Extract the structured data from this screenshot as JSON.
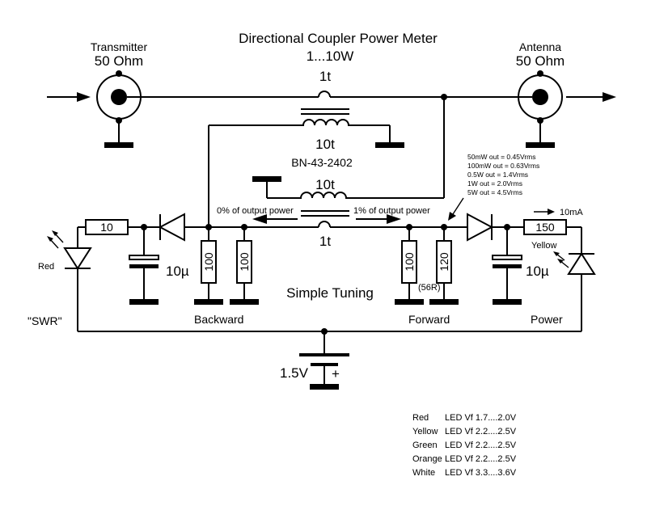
{
  "title": "Directional Coupler Power Meter",
  "subtitle": "1...10W",
  "transmitter": {
    "name": "Transmitter",
    "impedance": "50 Ohm"
  },
  "antenna": {
    "name": "Antenna",
    "impedance": "50 Ohm"
  },
  "primary_turns_top": "1t",
  "primary_turns_bottom": "1t",
  "secondary_turns_top": "10t",
  "secondary_turns_bottom": "10t",
  "core": "BN-43-2402",
  "backward_power_label": "0% of output power",
  "forward_power_label": "1% of output power",
  "output_notes": [
    "50mW out = 0.45Vrms",
    "100mW out = 0.63Vrms",
    "0.5W out = 1.4Vrms",
    "1W out = 2.0Vrms",
    "5W out = 4.5Vrms"
  ],
  "current_label": "10mA",
  "resistors": {
    "swr_series": "10",
    "backward_1": "100",
    "backward_2": "100",
    "forward_1": "100",
    "forward_2": "120",
    "forward_alt": "(56R)",
    "power_series": "150"
  },
  "capacitor_left": "10µ",
  "capacitor_right": "10µ",
  "led_left_color": "Red",
  "led_right_color": "Yellow",
  "labels": {
    "swr": "\"SWR\"",
    "backward": "Backward",
    "simple_tuning": "Simple Tuning",
    "forward": "Forward",
    "power": "Power"
  },
  "battery": {
    "voltage": "1.5V",
    "polarity": "+"
  },
  "led_table": [
    {
      "color": "Red",
      "vf": "LED Vf 1.7....2.0V"
    },
    {
      "color": "Yellow",
      "vf": "LED Vf 2.2....2.5V"
    },
    {
      "color": "Green",
      "vf": "LED Vf 2.2....2.5V"
    },
    {
      "color": "Orange",
      "vf": "LED Vf 2.2....2.5V"
    },
    {
      "color": "White",
      "vf": "LED Vf 3.3....3.6V"
    }
  ]
}
